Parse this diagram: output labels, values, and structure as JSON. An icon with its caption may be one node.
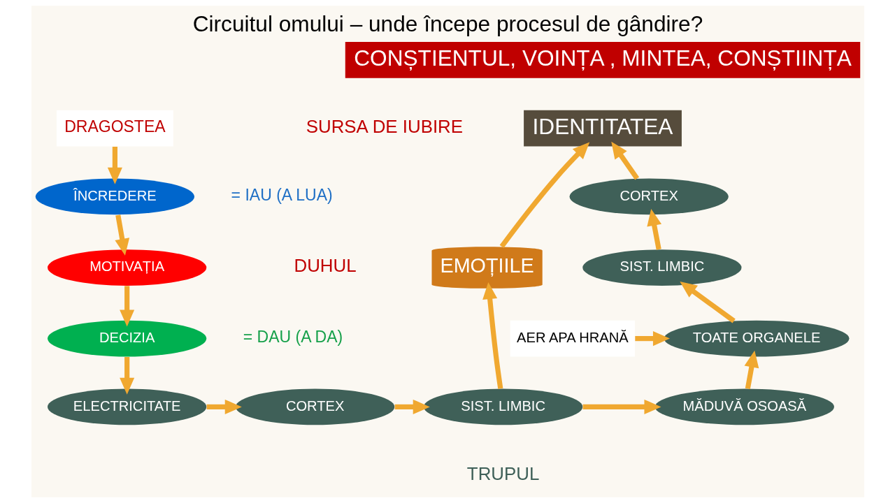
{
  "diagram": {
    "title": "Circuitul omului – unde începe procesul de gândire?",
    "nodes": [
      {
        "text": [
          "CONȘTIENTUL, VOINȚA , MINTEA, CONȘTIINȚA"
        ]
      },
      {
        "text": [
          "IDENTITATEA"
        ]
      },
      {
        "text": [
          "DRAGOSTEA"
        ]
      },
      {
        "text": [
          "ÎNCREDERE"
        ],
        "beside": [
          "= IAU (A LUA)"
        ]
      },
      {
        "text": [
          "MOTIVAȚIA"
        ]
      },
      {
        "text": [
          "DECIZIA"
        ],
        "beside": [
          "= DAU (A DA)"
        ]
      },
      {
        "text": [
          "ELECTRICITATE"
        ]
      },
      {
        "text": [
          "CORTEX"
        ]
      },
      {
        "text": [
          "SIST. LIMBIC"
        ]
      },
      {
        "text": [
          "MĂDUVĂ OSOASĂ"
        ]
      },
      {
        "text": [
          "TOATE ORGANELE"
        ]
      },
      {
        "text": [
          "SIST. LIMBIC"
        ]
      },
      {
        "text": [
          "CORTEX"
        ]
      },
      {
        "text": [
          "EMOȚIILE"
        ]
      },
      {
        "text": [
          "AER APA HRANĂ"
        ]
      }
    ],
    "edges": [
      {
        "from": 2,
        "to": 3,
        "arrow": "to"
      },
      {
        "from": 3,
        "to": 4,
        "arrow": "to"
      },
      {
        "from": 4,
        "to": 5,
        "arrow": "to"
      },
      {
        "from": 5,
        "to": 6,
        "arrow": "to"
      },
      {
        "from": 6,
        "to": 7,
        "arrow": "to"
      },
      {
        "from": 7,
        "to": 8,
        "arrow": "to"
      },
      {
        "from": 8,
        "to": 9,
        "arrow": "to"
      },
      {
        "from": 9,
        "to": 10,
        "arrow": "to"
      },
      {
        "from": 10,
        "to": 11,
        "arrow": "to"
      },
      {
        "from": 11,
        "to": 12,
        "arrow": "to"
      },
      {
        "from": 12,
        "to": 1,
        "arrow": "to"
      },
      {
        "from": 8,
        "to": 13,
        "arrow": "to"
      },
      {
        "from": 13,
        "to": 1,
        "arrow": "to"
      },
      {
        "from": 14,
        "to": 10,
        "arrow": "to"
      }
    ],
    "labels": [
      "SURSA DE IUBIRE",
      "DUHUL",
      "TRUPUL"
    ]
  }
}
